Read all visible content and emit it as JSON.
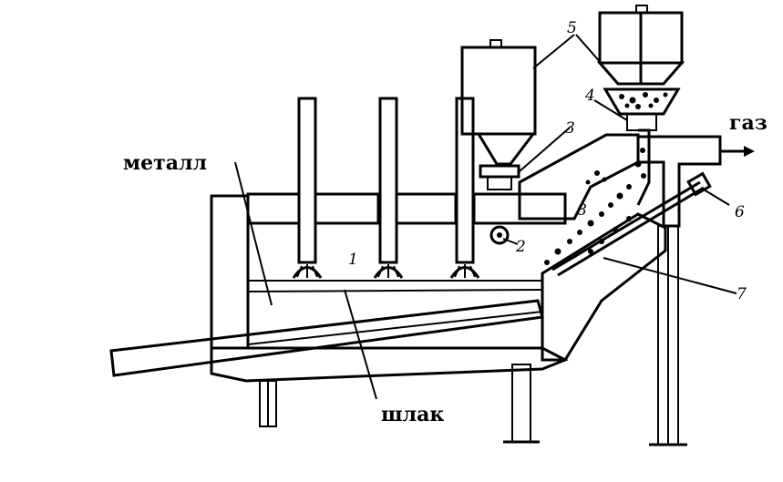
{
  "diagram": {
    "labels": {
      "metal": "металл",
      "slag": "шлак",
      "gas": "газ",
      "n1": "1",
      "n2": "2",
      "n3": "3",
      "n4": "4",
      "n5": "5",
      "n6": "6",
      "n7": "7",
      "n8": "8"
    }
  }
}
